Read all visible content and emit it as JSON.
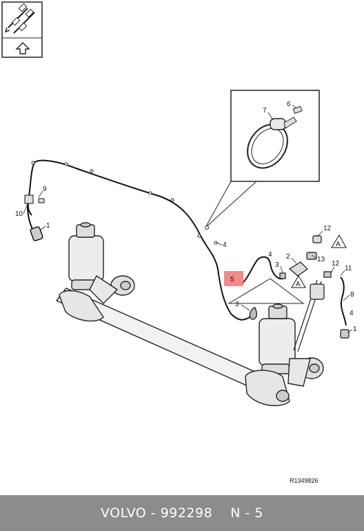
{
  "diagram": {
    "reference_code": "R1349826",
    "highlight_color": "#f08080",
    "callouts": {
      "c1a": "1",
      "c1b": "1",
      "c2": "2",
      "c3a": "3",
      "c3b": "3",
      "c4a": "4",
      "c4b": "4",
      "c4c": "4",
      "c5": "5",
      "c6": "6",
      "c7": "7",
      "c8": "8",
      "c9": "9",
      "c10": "10",
      "c11": "11",
      "c12a": "12",
      "c12b": "12",
      "c13": "13"
    },
    "section_markers": {
      "a1": "A",
      "a2": "A"
    },
    "orientation_icon": "front-direction-arrow-icon"
  },
  "footer": {
    "brand": "VOLVO",
    "separator": "-",
    "part_number": "992298",
    "position_code": "N - 5"
  }
}
